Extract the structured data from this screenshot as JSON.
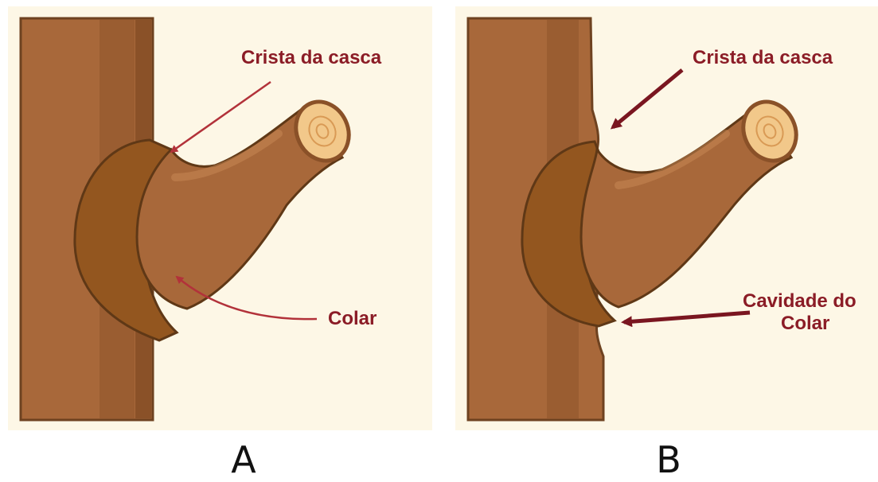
{
  "panels": [
    {
      "id": "A",
      "letter": "A",
      "labels": {
        "bark_ridge": "Crista da casca",
        "collar": "Colar"
      }
    },
    {
      "id": "B",
      "letter": "B",
      "labels": {
        "bark_ridge": "Crista da casca",
        "collar_cavity_line1": "Cavidade do",
        "collar_cavity_line2": "Colar"
      }
    }
  ],
  "colors": {
    "background": "#fdf7e6",
    "trunk": "#a8683a",
    "trunk_dark": "#7a4a22",
    "collar": "#93561f",
    "branch": "#a8683a",
    "cut_face": "#f2c88a",
    "label": "#8b1c26",
    "arrow": "#b2323a",
    "arrow_bold": "#7a1620"
  }
}
